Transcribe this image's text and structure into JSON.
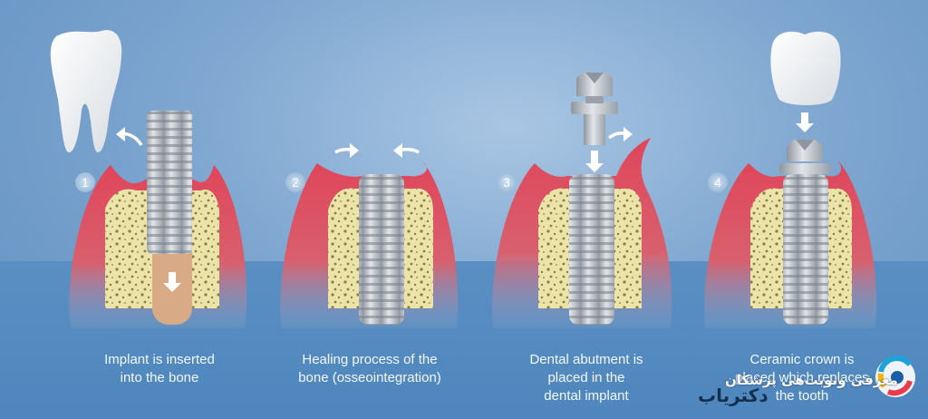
{
  "steps": [
    {
      "number": "1",
      "caption_lines": [
        "Implant is inserted",
        "into the bone"
      ]
    },
    {
      "number": "2",
      "caption_lines": [
        "Healing process of the",
        "bone (osseointegration)"
      ]
    },
    {
      "number": "3",
      "caption_lines": [
        "Dental abutment is",
        "placed in the",
        "dental implant"
      ]
    },
    {
      "number": "4",
      "caption_lines": [
        "Ceramic crown is",
        "placed which replaces",
        "the tooth"
      ]
    }
  ],
  "watermark": {
    "text": "معرفی ونوبت‌هی پزشکان",
    "logo_text": "دکتریاب"
  },
  "colors": {
    "background": "#7ea6d0",
    "gum": "#d9404f",
    "bone": "#ece3a8",
    "implant": "#b9bec6",
    "crown": "#f7f7f7"
  }
}
